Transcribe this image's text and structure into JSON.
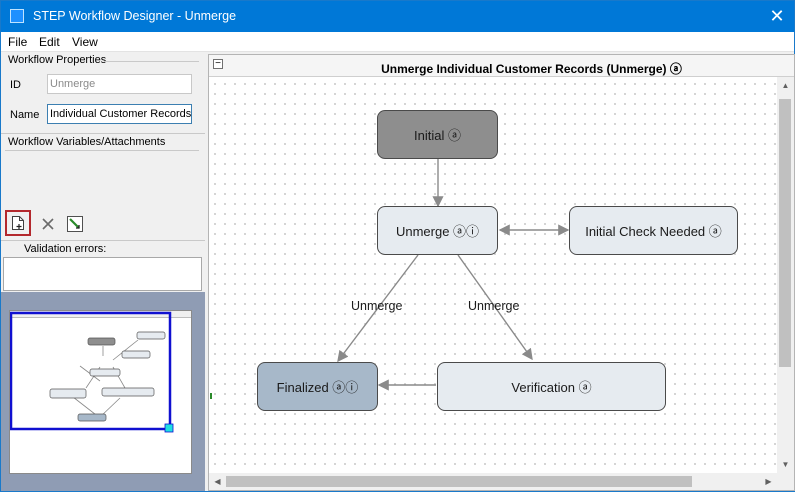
{
  "window": {
    "title": "STEP Workflow Designer - Unmerge",
    "close_glyph": "✕",
    "accent": "#0078d7"
  },
  "menu": {
    "items": [
      "File",
      "Edit",
      "View"
    ]
  },
  "left_panel": {
    "properties_heading": "Workflow Properties",
    "id_label": "ID",
    "id_value": "Unmerge",
    "name_label": "Name",
    "name_value": "Individual Customer Records",
    "variables_heading": "Workflow Variables/Attachments",
    "validation_label": "Validation errors:",
    "tool_icons": [
      "new-document-icon",
      "delete-icon",
      "edit-icon"
    ]
  },
  "diagram": {
    "title": "Unmerge Individual Customer Records (Unmerge) ⓐ",
    "collapse_glyph": "−",
    "nodes": {
      "initial": {
        "label": "Initial ⓐ",
        "color": "#8e8e8e"
      },
      "unmerge": {
        "label": "Unmerge ⓐⓘ",
        "color": "#e6ebf0"
      },
      "check": {
        "label": "Initial Check Needed ⓐ",
        "color": "#e6ebf0"
      },
      "finalized": {
        "label": "Finalized ⓐⓘ",
        "color": "#a7b8c9"
      },
      "verification": {
        "label": "Verification ⓐ",
        "color": "#e6ebf0"
      }
    },
    "edge_labels": {
      "left": "Unmerge",
      "right": "Unmerge"
    }
  }
}
